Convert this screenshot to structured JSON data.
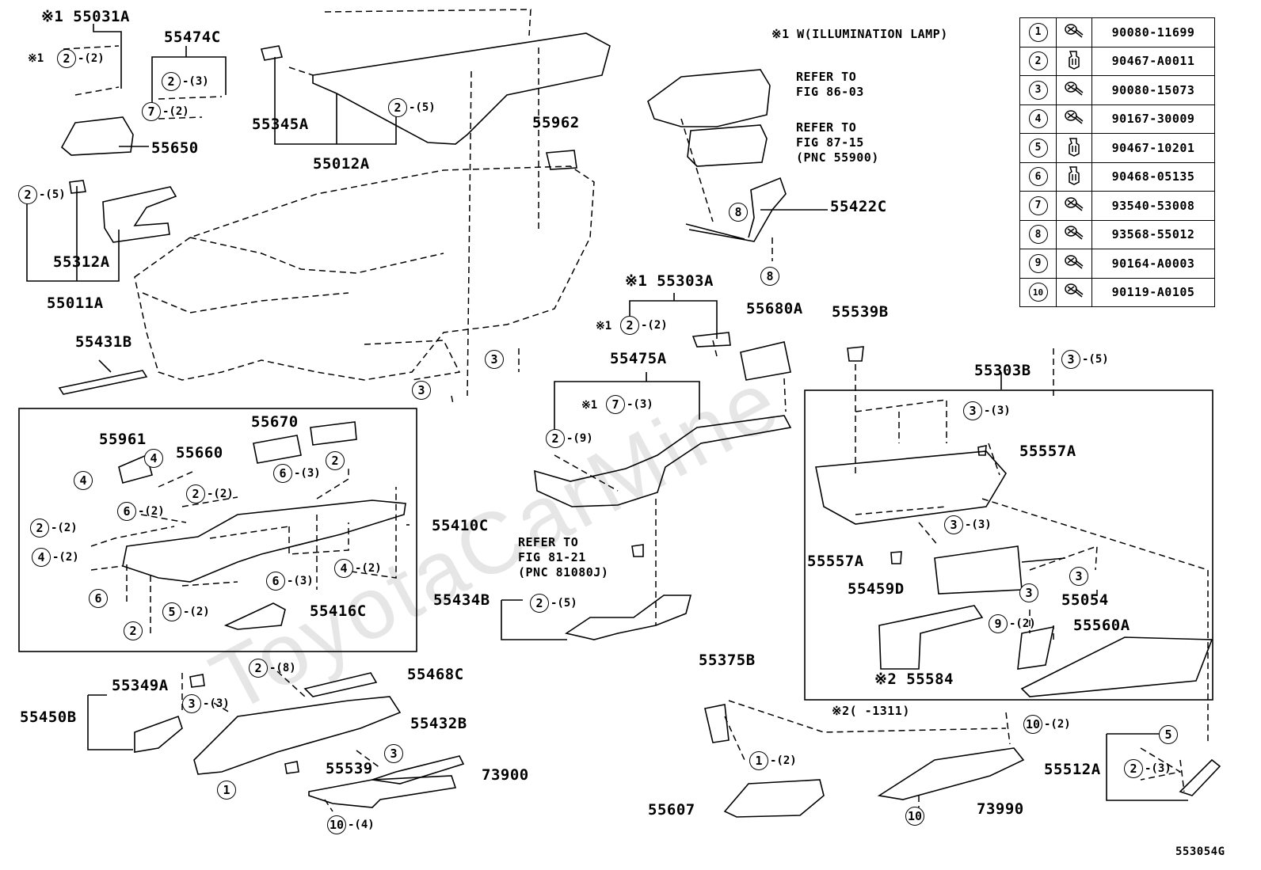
{
  "notes": {
    "illumination": "※1 W(ILLUMINATION LAMP)",
    "fig86": "REFER TO\nFIG 86-03",
    "fig87": "REFER TO\nFIG 87-15\n(PNC 55900)",
    "fig81": "REFER TO\nFIG 81-21\n(PNC 81080J)",
    "note2": "※2(      -1311)"
  },
  "figure_code": "553054G",
  "watermark": "ToyotaCarMine",
  "legend": [
    {
      "num": "1",
      "icon": "screw-icon",
      "part": "90080-11699"
    },
    {
      "num": "2",
      "icon": "clip-icon",
      "part": "90467-A0011"
    },
    {
      "num": "3",
      "icon": "screw-icon",
      "part": "90080-15073"
    },
    {
      "num": "4",
      "icon": "screw-icon",
      "part": "90167-30009"
    },
    {
      "num": "5",
      "icon": "clip-icon",
      "part": "90467-10201"
    },
    {
      "num": "6",
      "icon": "clip-icon",
      "part": "90468-05135"
    },
    {
      "num": "7",
      "icon": "screw-icon",
      "part": "93540-53008"
    },
    {
      "num": "8",
      "icon": "screw-icon",
      "part": "93568-55012"
    },
    {
      "num": "9",
      "icon": "screw-icon",
      "part": "90164-A0003"
    },
    {
      "num": "10",
      "icon": "screw-icon",
      "part": "90119-A0105"
    }
  ],
  "parts": {
    "p55031A": "※1 55031A",
    "p55474C": "55474C",
    "p55345A": "55345A",
    "p55012A": "55012A",
    "p55650": "55650",
    "p55312A": "55312A",
    "p55011A": "55011A",
    "p55431B": "55431B",
    "p55962": "55962",
    "p55422C": "55422C",
    "p55303A": "※1 55303A",
    "p55680A": "55680A",
    "p55539B": "55539B",
    "p55475A": "55475A",
    "p55303B": "55303B",
    "p55557A_1": "55557A",
    "p55557A_2": "55557A",
    "p55459D": "55459D",
    "p55054": "55054",
    "p55560A": "55560A",
    "p55584": "※2 55584",
    "p55961": "55961",
    "p55660": "55660",
    "p55670": "55670",
    "p55410C": "55410C",
    "p55416C": "55416C",
    "p55434B": "55434B",
    "p55349A": "55349A",
    "p55450B": "55450B",
    "p55468C": "55468C",
    "p55432B": "55432B",
    "p55539": "55539",
    "p73900": "73900",
    "p55375B": "55375B",
    "p55607": "55607",
    "p73990": "73990",
    "p55512A": "55512A"
  },
  "quantities": {
    "q2": "-(2)",
    "q3": "-(3)",
    "q4": "-(4)",
    "q5": "-(5)",
    "q8": "-(8)",
    "q9": "-(9)",
    "mark1": "※1"
  }
}
